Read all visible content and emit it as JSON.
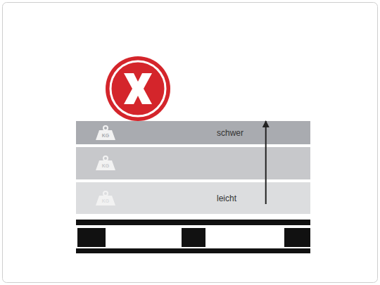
{
  "diagram": {
    "nodes": [
      {
        "text": [
          "KG",
          "schwer"
        ]
      },
      {
        "text": [
          "KG"
        ]
      },
      {
        "text": [
          "KG",
          "leicht"
        ]
      }
    ],
    "edges": [
      {
        "from": 2,
        "to": 0,
        "arrow": "to"
      }
    ]
  }
}
